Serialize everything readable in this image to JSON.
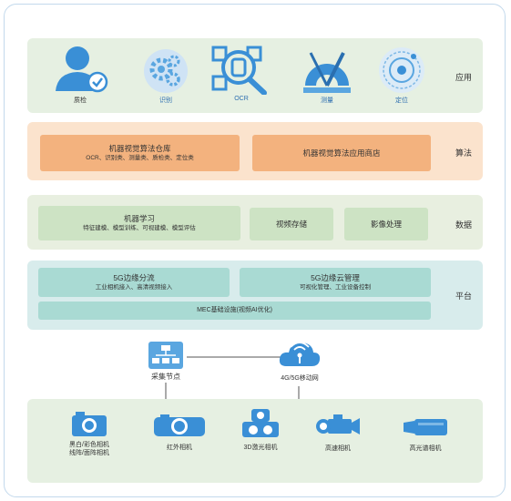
{
  "application": {
    "label": "应用",
    "items": [
      {
        "label": "质检",
        "icon": "user-check-icon"
      },
      {
        "label": "识别",
        "icon": "gears-icon"
      },
      {
        "label": "OCR",
        "icon": "magnifier-ocr-icon"
      },
      {
        "label": "测量",
        "icon": "protractor-icon"
      },
      {
        "label": "定位",
        "icon": "target-icon"
      }
    ]
  },
  "algorithm": {
    "label": "算法",
    "box1": {
      "title": "机器视觉算法仓库",
      "subtitle": "OCR、识别类、测量类、质检类、定位类"
    },
    "box2": {
      "title": "机器视觉算法应用商店"
    }
  },
  "data": {
    "label": "数据",
    "box1": {
      "title": "机器学习",
      "subtitle": "特征建模、模型训练、可视建模、模型评估"
    },
    "box2": {
      "title": "视频存储"
    },
    "box3": {
      "title": "影像处理"
    }
  },
  "platform": {
    "label": "平台",
    "box1": {
      "title": "5G边缘分流",
      "subtitle": "工业相机接入、高清视频接入"
    },
    "box2": {
      "title": "5G边缘云管理",
      "subtitle": "可视化管理、工业设备控制"
    },
    "box3": {
      "title": "MEC基础设施(视频AI优化)"
    }
  },
  "network": {
    "node_label": "采集节点",
    "network_label": "4G/5G移动网"
  },
  "devices": [
    {
      "label_line1": "黑白/彩色相机",
      "label_line2": "线阵/面阵相机",
      "icon": "camera-icon"
    },
    {
      "label_line1": "红外相机",
      "label_line2": "",
      "icon": "infrared-camera-icon"
    },
    {
      "label_line1": "3D激光相机",
      "label_line2": "",
      "icon": "3d-laser-camera-icon"
    },
    {
      "label_line1": "高速相机",
      "label_line2": "",
      "icon": "video-camera-icon"
    },
    {
      "label_line1": "高光谱相机",
      "label_line2": "",
      "icon": "cctv-camera-icon"
    }
  ],
  "colors": {
    "app_bg": "#e6f0e2",
    "algo_bg": "#fbe3cd",
    "algo_box": "#f3b27e",
    "data_bg": "#e8efe0",
    "data_box": "#cde3c4",
    "platform_bg": "#d8ecec",
    "platform_box": "#a9dad3",
    "device_bg": "#e6f0e2",
    "icon_blue": "#3a8fd6"
  }
}
